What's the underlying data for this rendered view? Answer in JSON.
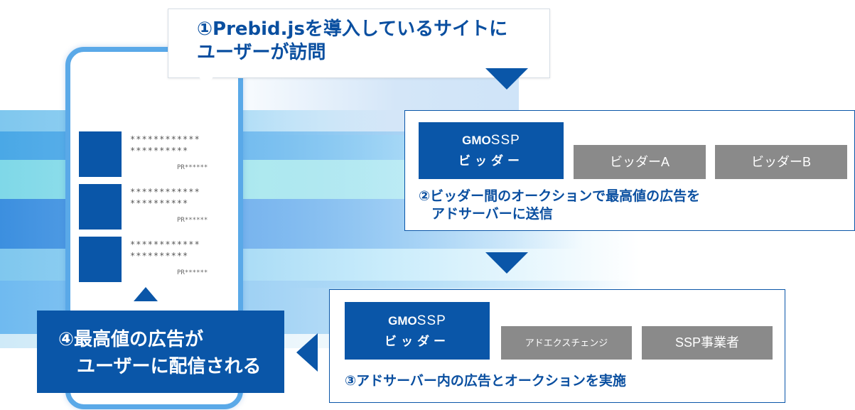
{
  "colors": {
    "primary_blue": "#0a56a8",
    "grey_badge": "#8a8a8a",
    "phone_border": "#5aa9e8"
  },
  "step1": {
    "line1": "①Prebid.jsを導入しているサイトに",
    "line2": "ユーザーが訪問"
  },
  "phone": {
    "ads": [
      {
        "line1": "************",
        "line2": "**********",
        "pr": "PR******"
      },
      {
        "line1": "************",
        "line2": "**********",
        "pr": "PR******"
      },
      {
        "line1": "************",
        "line2": "**********",
        "pr": "PR******"
      }
    ]
  },
  "bidder_box": {
    "gmo_logo_gmo": "GMO",
    "gmo_logo_ssp": "SSP",
    "gmo_sub": "ビッダー",
    "bidder_a": "ビッダーA",
    "bidder_b": "ビッダーB",
    "step2_line1": "②ビッダー間のオークションで最高値の広告を",
    "step2_line2": "アドサーバーに送信"
  },
  "adserver_box": {
    "gmo_logo_gmo": "GMO",
    "gmo_logo_ssp": "SSP",
    "gmo_sub": "ビッダー",
    "exchange": "アドエクスチェンジ",
    "ssp_vendor": "SSP事業者",
    "step3": "③アドサーバー内の広告とオークションを実施"
  },
  "result": {
    "line1": "④最高値の広告が",
    "line2": "ユーザーに配信される"
  }
}
